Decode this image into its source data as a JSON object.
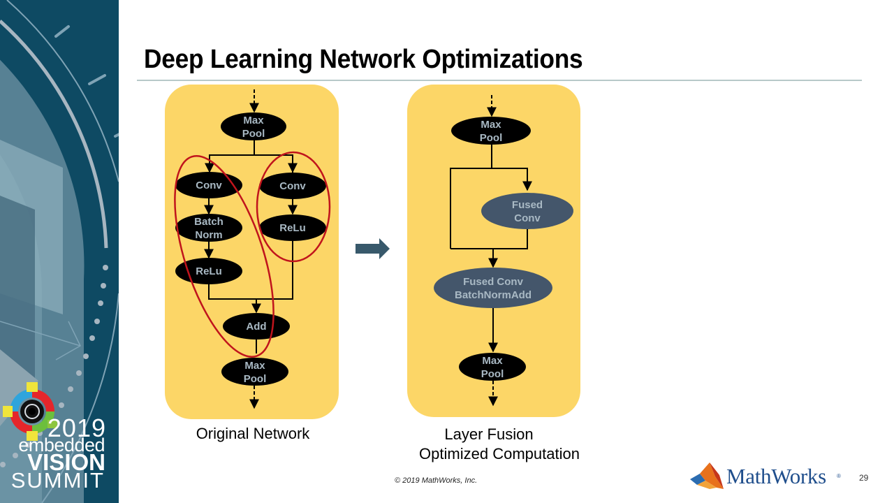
{
  "slide": {
    "title": "Deep Learning Network Optimizations",
    "page_number": "29",
    "copyright": "© 2019 MathWorks, Inc."
  },
  "branding": {
    "event": {
      "year": "2019",
      "line1": "embedded",
      "line2": "VISION",
      "line3": "SUMMIT"
    },
    "company": {
      "name": "MathWorks",
      "registered": "®"
    }
  },
  "colors": {
    "sidebar_bg": "#0e4a63",
    "panel_bg": "#fcd667",
    "node_black": "#000000",
    "node_fused": "#44566b",
    "node_text": "#a9b9c4",
    "highlight_ellipse": "#c0141c",
    "arrow": "#38596b",
    "divider": "#b7c9c9",
    "brand_blue": "#1f4e8c"
  },
  "diagrams": {
    "original": {
      "caption": "Original Network",
      "nodes": {
        "maxpool_top": [
          "Max",
          "Pool"
        ],
        "conv_left": [
          "Conv"
        ],
        "batchnorm": [
          "Batch",
          "Norm"
        ],
        "relu_left": [
          "ReLu"
        ],
        "conv_right": [
          "Conv"
        ],
        "relu_right": [
          "ReLu"
        ],
        "add": [
          "Add"
        ],
        "maxpool_bottom": [
          "Max",
          "Pool"
        ]
      },
      "highlighted_groups": [
        [
          "Conv",
          "Batch Norm",
          "ReLu",
          "Add"
        ],
        [
          "Conv",
          "ReLu"
        ]
      ]
    },
    "fused": {
      "caption_line1": "Layer Fusion",
      "caption_line2": "Optimized Computation",
      "nodes": {
        "maxpool_top": [
          "Max",
          "Pool"
        ],
        "fused_conv": [
          "Fused",
          "Conv"
        ],
        "fused_conv_bn_add": [
          "Fused Conv",
          "BatchNormAdd"
        ],
        "maxpool_bottom": [
          "Max",
          "Pool"
        ]
      }
    }
  }
}
